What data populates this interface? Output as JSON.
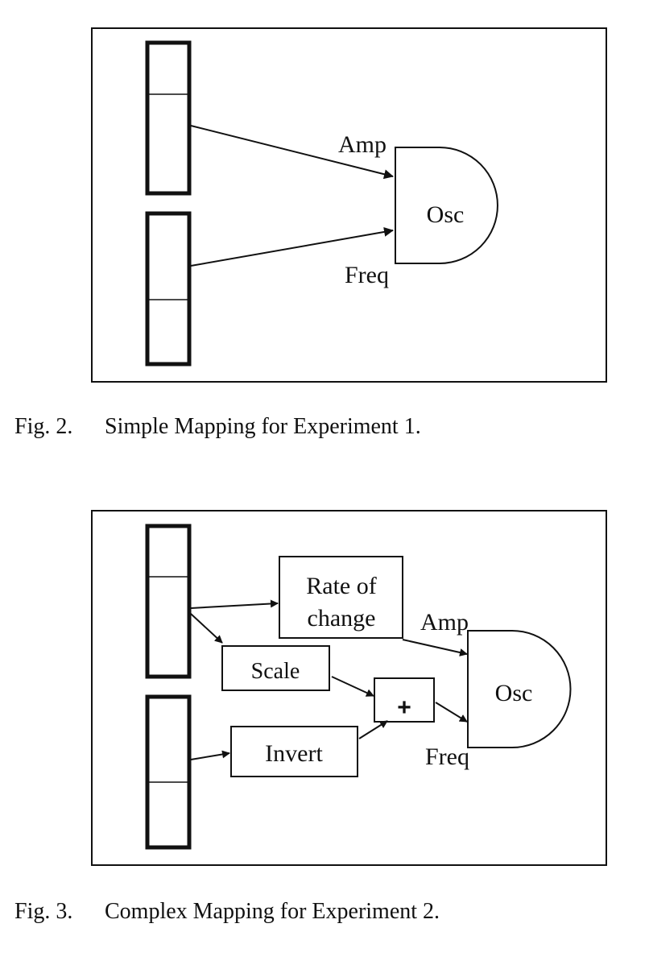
{
  "figure2": {
    "amp_label": "Amp",
    "freq_label": "Freq",
    "osc_label": "Osc",
    "caption_number": "Fig. 2.",
    "caption_text": "Simple Mapping for Experiment 1."
  },
  "figure3": {
    "rate_label_line1": "Rate of",
    "rate_label_line2": "change",
    "scale_label": "Scale",
    "invert_label": "Invert",
    "plus_label": "+",
    "amp_label": "Amp",
    "freq_label": "Freq",
    "osc_label": "Osc",
    "caption_number": "Fig. 3.",
    "caption_text": "Complex Mapping for Experiment 2."
  }
}
